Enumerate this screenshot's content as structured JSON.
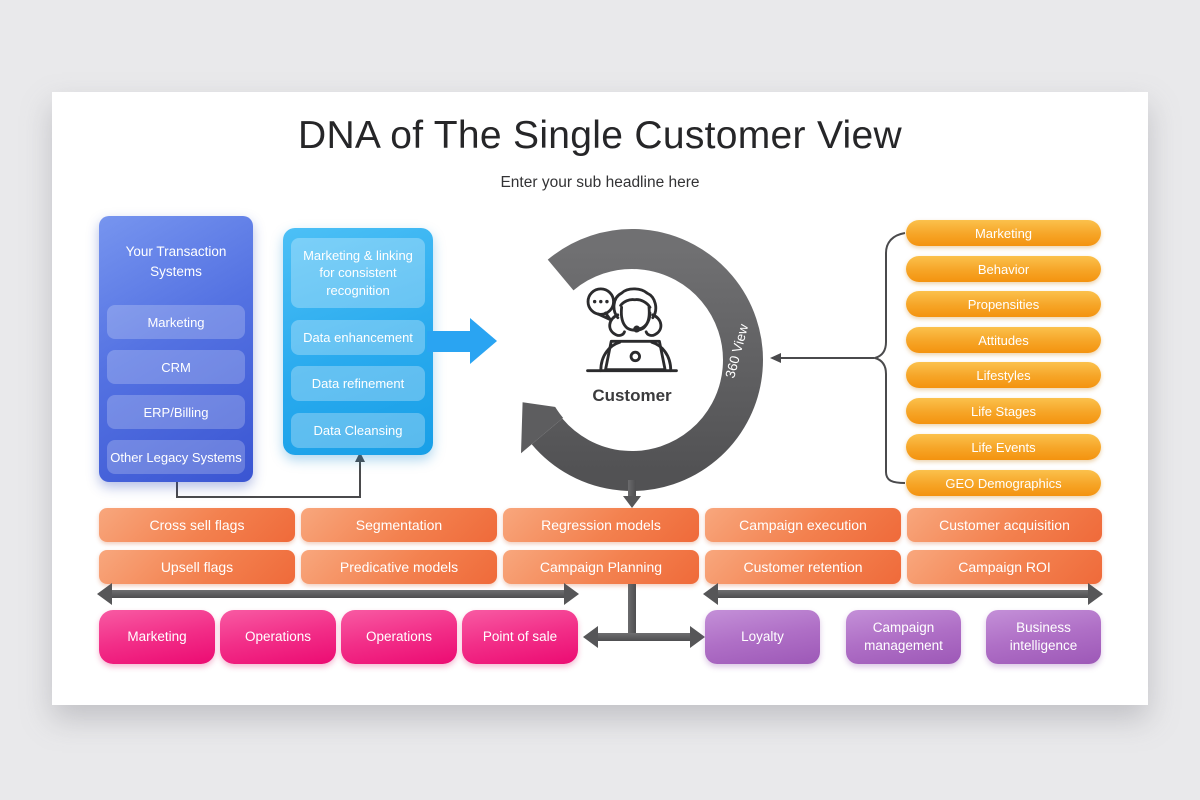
{
  "slide": {
    "title": "DNA of The Single Customer View",
    "subtitle": "Enter your sub headline here"
  },
  "transaction_panel": {
    "title": "Your Transaction Systems",
    "items": [
      "Marketing",
      "CRM",
      "ERP/Billing",
      "Other Legacy Systems"
    ]
  },
  "linking_panel": {
    "items": [
      "Marketing & linking for consistent recognition",
      "Data enhancement",
      "Data refinement",
      "Data Cleansing"
    ]
  },
  "center": {
    "label": "Customer",
    "ring_label": "360 View"
  },
  "attributes_panel": {
    "items": [
      "Marketing",
      "Behavior",
      "Propensities",
      "Attitudes",
      "Lifestyles",
      "Life Stages",
      "Life Events",
      "GEO Demographics"
    ]
  },
  "process_grid": {
    "row1": [
      "Cross sell flags",
      "Segmentation",
      "Regression models",
      "Campaign execution",
      "Customer acquisition"
    ],
    "row2": [
      "Upsell flags",
      "Predicative models",
      "Campaign Planning",
      "Customer retention",
      "Campaign ROI"
    ]
  },
  "channel_boxes": [
    "Marketing",
    "Operations",
    "Operations",
    "Point of sale"
  ],
  "system_boxes": [
    "Loyalty",
    "Campaign management",
    "Business intelligence"
  ],
  "colors": {
    "blue_panel": "#4a66dd",
    "light_blue_panel": "#2fb0f1",
    "arrow_blue": "#2aa4f2",
    "gray_arrow": "#5e5e60",
    "orange_pill": "#f79c1d",
    "orange_box": "#f27442",
    "pink_box": "#ef2c86",
    "purple_box": "#a968c0"
  }
}
